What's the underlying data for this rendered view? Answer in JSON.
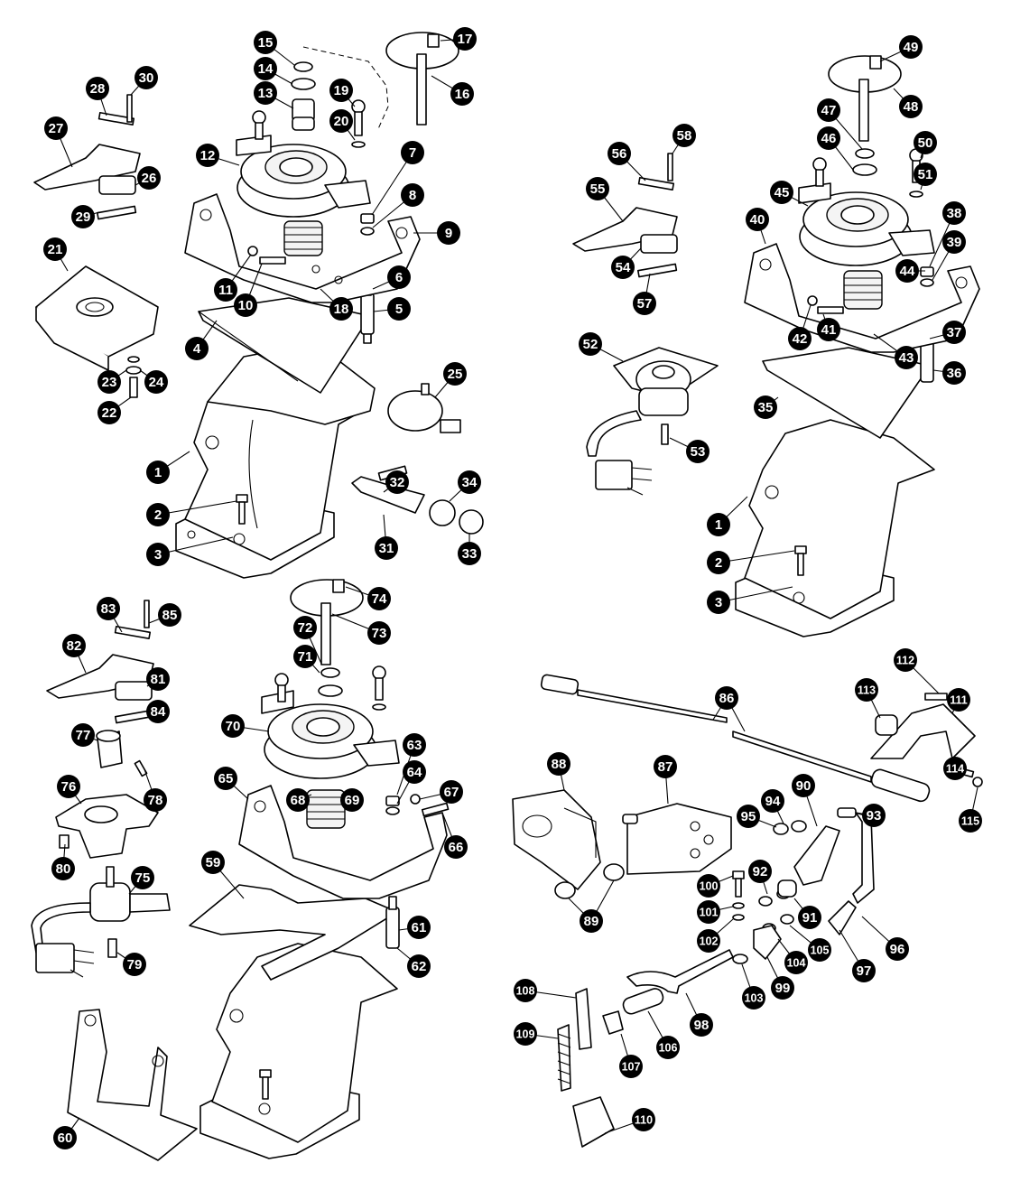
{
  "callouts": [
    {
      "id": "1"
    },
    {
      "id": "2"
    },
    {
      "id": "3"
    },
    {
      "id": "4"
    },
    {
      "id": "5"
    },
    {
      "id": "6"
    },
    {
      "id": "7"
    },
    {
      "id": "8"
    },
    {
      "id": "9"
    },
    {
      "id": "10"
    },
    {
      "id": "11"
    },
    {
      "id": "12"
    },
    {
      "id": "13"
    },
    {
      "id": "14"
    },
    {
      "id": "15"
    },
    {
      "id": "16"
    },
    {
      "id": "17"
    },
    {
      "id": "18"
    },
    {
      "id": "19"
    },
    {
      "id": "20"
    },
    {
      "id": "21"
    },
    {
      "id": "22"
    },
    {
      "id": "23"
    },
    {
      "id": "24"
    },
    {
      "id": "25"
    },
    {
      "id": "26"
    },
    {
      "id": "27"
    },
    {
      "id": "28"
    },
    {
      "id": "29"
    },
    {
      "id": "30"
    },
    {
      "id": "31"
    },
    {
      "id": "32"
    },
    {
      "id": "33"
    },
    {
      "id": "34"
    },
    {
      "id": "49"
    },
    {
      "id": "48"
    },
    {
      "id": "58"
    },
    {
      "id": "47"
    },
    {
      "id": "50"
    },
    {
      "id": "46"
    },
    {
      "id": "56"
    },
    {
      "id": "55"
    },
    {
      "id": "45"
    },
    {
      "id": "51"
    },
    {
      "id": "38"
    },
    {
      "id": "40"
    },
    {
      "id": "39"
    },
    {
      "id": "44"
    },
    {
      "id": "54"
    },
    {
      "id": "57"
    },
    {
      "id": "37"
    },
    {
      "id": "42"
    },
    {
      "id": "52"
    },
    {
      "id": "41"
    },
    {
      "id": "43"
    },
    {
      "id": "36"
    },
    {
      "id": "35"
    },
    {
      "id": "53"
    },
    {
      "id": "1"
    },
    {
      "id": "2"
    },
    {
      "id": "3"
    },
    {
      "id": "74"
    },
    {
      "id": "83"
    },
    {
      "id": "85"
    },
    {
      "id": "73"
    },
    {
      "id": "72"
    },
    {
      "id": "82"
    },
    {
      "id": "71"
    },
    {
      "id": "81"
    },
    {
      "id": "84"
    },
    {
      "id": "70"
    },
    {
      "id": "77"
    },
    {
      "id": "63"
    },
    {
      "id": "65"
    },
    {
      "id": "64"
    },
    {
      "id": "67"
    },
    {
      "id": "78"
    },
    {
      "id": "76"
    },
    {
      "id": "68"
    },
    {
      "id": "69"
    },
    {
      "id": "66"
    },
    {
      "id": "59"
    },
    {
      "id": "75"
    },
    {
      "id": "80"
    },
    {
      "id": "61"
    },
    {
      "id": "79"
    },
    {
      "id": "62"
    },
    {
      "id": "60"
    },
    {
      "id": "112"
    },
    {
      "id": "86"
    },
    {
      "id": "113"
    },
    {
      "id": "111"
    },
    {
      "id": "88"
    },
    {
      "id": "87"
    },
    {
      "id": "114"
    },
    {
      "id": "90"
    },
    {
      "id": "94"
    },
    {
      "id": "95"
    },
    {
      "id": "93"
    },
    {
      "id": "115"
    },
    {
      "id": "92"
    },
    {
      "id": "89"
    },
    {
      "id": "100"
    },
    {
      "id": "101"
    },
    {
      "id": "91"
    },
    {
      "id": "102"
    },
    {
      "id": "96"
    },
    {
      "id": "105"
    },
    {
      "id": "104"
    },
    {
      "id": "97"
    },
    {
      "id": "103"
    },
    {
      "id": "99"
    },
    {
      "id": "108"
    },
    {
      "id": "98"
    },
    {
      "id": "109"
    },
    {
      "id": "106"
    },
    {
      "id": "107"
    },
    {
      "id": "110"
    }
  ]
}
